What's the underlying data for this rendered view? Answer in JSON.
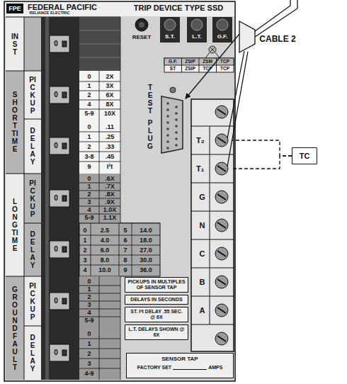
{
  "diagram": {
    "nodes": [
      {
        "text": [
          "PICKUPS IN MULTIPLES OF SENSOR TAP"
        ]
      },
      {
        "text": [
          "DELAYS IN SECONDS"
        ]
      },
      {
        "text": [
          "ST. I²t DELAY .55 SEC. @ 6X"
        ]
      },
      {
        "text": [
          "L.T. DELAYS SHOWN @ 6X"
        ]
      },
      {
        "text": [
          "SENSOR TAP",
          "FACTORY SET",
          "AMPS"
        ]
      },
      {
        "text": [
          "T₂"
        ]
      },
      {
        "text": [
          "T₁"
        ]
      },
      {
        "text": [
          "TC"
        ]
      }
    ],
    "edges": [
      {
        "from": 7,
        "to": 5,
        "arrow": "none"
      },
      {
        "from": 7,
        "to": 6,
        "arrow": "none"
      }
    ],
    "labels": [
      "FPE",
      "FEDERAL PACIFIC",
      "RELIANCE ELECTRIC",
      "TRIP DEVICE TYPE SSD",
      "RESET",
      "S.T.",
      "L.T.",
      "G.F.",
      "G.F.",
      "ZSIP",
      "ZSM",
      "TCP",
      "ST",
      "ZSIP",
      "TCP",
      "TCP",
      "TEST",
      "PLUG",
      "INST",
      "SHORT TIME",
      "PICKUP",
      "DELAY",
      "LONG TIME",
      "PICKUP",
      "DELAY",
      "GROUND FAULT",
      "PICKUP",
      "DELAY",
      "0",
      "0",
      "0",
      "0",
      "0",
      "0",
      "0",
      "0",
      "2X",
      "1",
      "3X",
      "2",
      "6X",
      "4",
      "8X",
      "5-9",
      "10X",
      "0",
      ".11",
      "1",
      ".25",
      "2",
      ".33",
      "3-8",
      ".45",
      "9",
      "I²t",
      "0",
      ".6X",
      "1",
      ".7X",
      "2",
      ".8X",
      "3",
      ".9X",
      "4",
      "1.0X",
      "5-9",
      "1.1X",
      "0",
      "2.5",
      "5",
      "14.0",
      "1",
      "4.0",
      "6",
      "18.0",
      "2",
      "6.0",
      "7",
      "27.0",
      "3",
      "8.0",
      "8",
      "30.0",
      "4",
      "10.0",
      "9",
      "36.0",
      "0",
      "1",
      "2",
      "3",
      "4",
      "5-9",
      "0",
      "1",
      "2",
      "3",
      "4-9",
      "G",
      "N",
      "C",
      "B",
      "A",
      "CABLE 2"
    ]
  }
}
